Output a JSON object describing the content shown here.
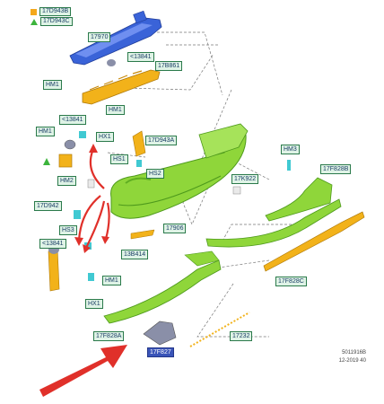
{
  "legend": [
    {
      "symbol": "square",
      "color": "#f4a81c",
      "code": "17D943B"
    },
    {
      "symbol": "triangle",
      "color": "#3cb43c",
      "code": "17D943C"
    }
  ],
  "labels": {
    "p17970": "17970",
    "p13841_top": "<13841",
    "p17B861": "17B861",
    "hm1_a": "HM1",
    "hm1_b": "HM1",
    "p13841_mid": "<13841",
    "hm1_c": "HM1",
    "hx1_a": "HX1",
    "p17D943A": "17D943A",
    "hs1": "HS1",
    "hs2": "HS2",
    "hm2": "HM2",
    "p17K922": "17K922",
    "hm3": "HM3",
    "p17F828B": "17F828B",
    "p17D942": "17D942",
    "hs3": "HS3",
    "p17906": "17906",
    "p13841_low": "<13841",
    "p13B414": "13B414",
    "hm1_d": "HM1",
    "p17F828C": "17F828C",
    "hx1_b": "HX1",
    "p17F828A": "17F828A",
    "p17F827": "17F827",
    "p17232": "17232"
  },
  "footer": {
    "code": "5011916B",
    "date": "12-2019 40"
  },
  "colors": {
    "bumper_green": "#8fd63a",
    "bumper_dark": "#4e9a1c",
    "reinforcement_blue": "#3a63d8",
    "absorber_yellow": "#f2b21a",
    "bracket_grey": "#8a8fa8",
    "arrow_red": "#e0302a",
    "callout_bg": "#dff3e6",
    "callout_border": "#2b7a4b",
    "highlight_blue": "#3a54b8"
  }
}
